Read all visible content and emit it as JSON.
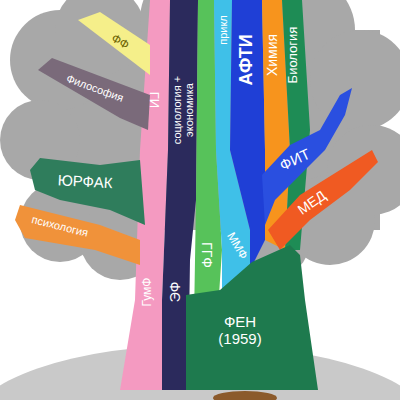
{
  "diagram": {
    "nodes": [
      {
        "text": [
          "ФФ"
        ]
      },
      {
        "text": [
          "Философия"
        ]
      },
      {
        "text": [
          "ГИ",
          "ГумФ"
        ]
      },
      {
        "text": [
          "социология + экономика",
          "ЭФ"
        ]
      },
      {
        "text": [
          "прикл",
          "ММФ"
        ]
      },
      {
        "text": [
          "АФТИ"
        ]
      },
      {
        "text": [
          "Химия"
        ]
      },
      {
        "text": [
          "Биология"
        ]
      },
      {
        "text": [
          "ЮРФАК"
        ]
      },
      {
        "text": [
          "ФИТ"
        ]
      },
      {
        "text": [
          "МЕД"
        ]
      },
      {
        "text": [
          "психология"
        ]
      },
      {
        "text": [
          "ГГФ"
        ]
      },
      {
        "text": [
          "ФЕН (1959)"
        ]
      }
    ]
  }
}
